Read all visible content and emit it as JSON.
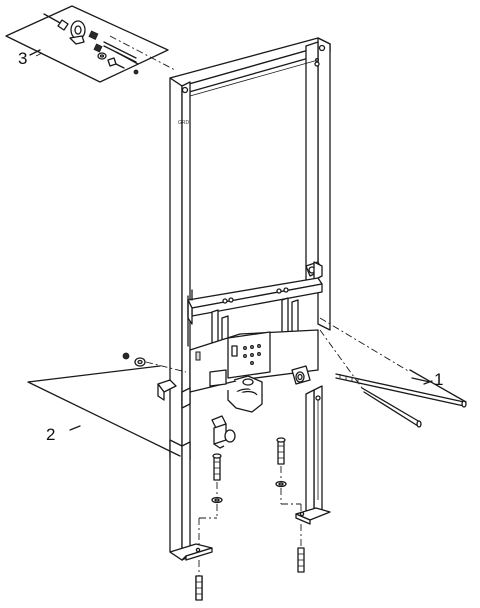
{
  "callouts": [
    {
      "id": "1",
      "text": "1"
    },
    {
      "id": "2",
      "text": "2"
    },
    {
      "id": "3",
      "text": "3"
    }
  ],
  "frame_mark": "GRD"
}
